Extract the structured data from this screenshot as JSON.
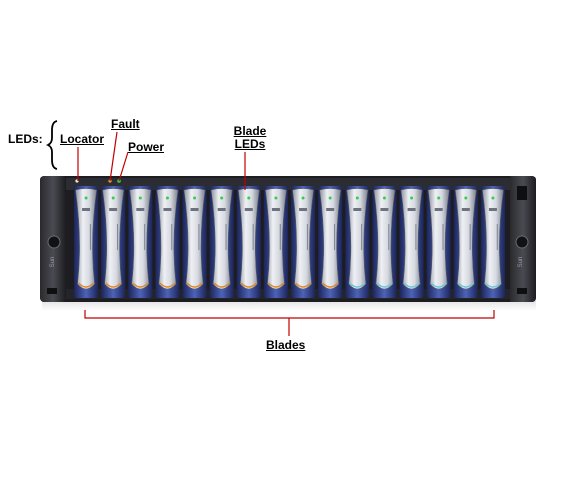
{
  "labels": {
    "leds": "LEDs:",
    "locator": "Locator",
    "fault": "Fault",
    "power": "Power",
    "blade_leds_line1": "Blade",
    "blade_leds_line2": "LEDs",
    "blades": "Blades"
  },
  "chassis": {
    "blade_count": 16,
    "logo_text": "Sun"
  },
  "colors": {
    "callout_line": "#c00000",
    "chassis_dark": "#1a1a1c",
    "blade_silver": "#d8dbe2",
    "blade_blue": "#3a4fa0",
    "accent_orange": "#e08a2e",
    "accent_teal": "#6fc7d8"
  }
}
